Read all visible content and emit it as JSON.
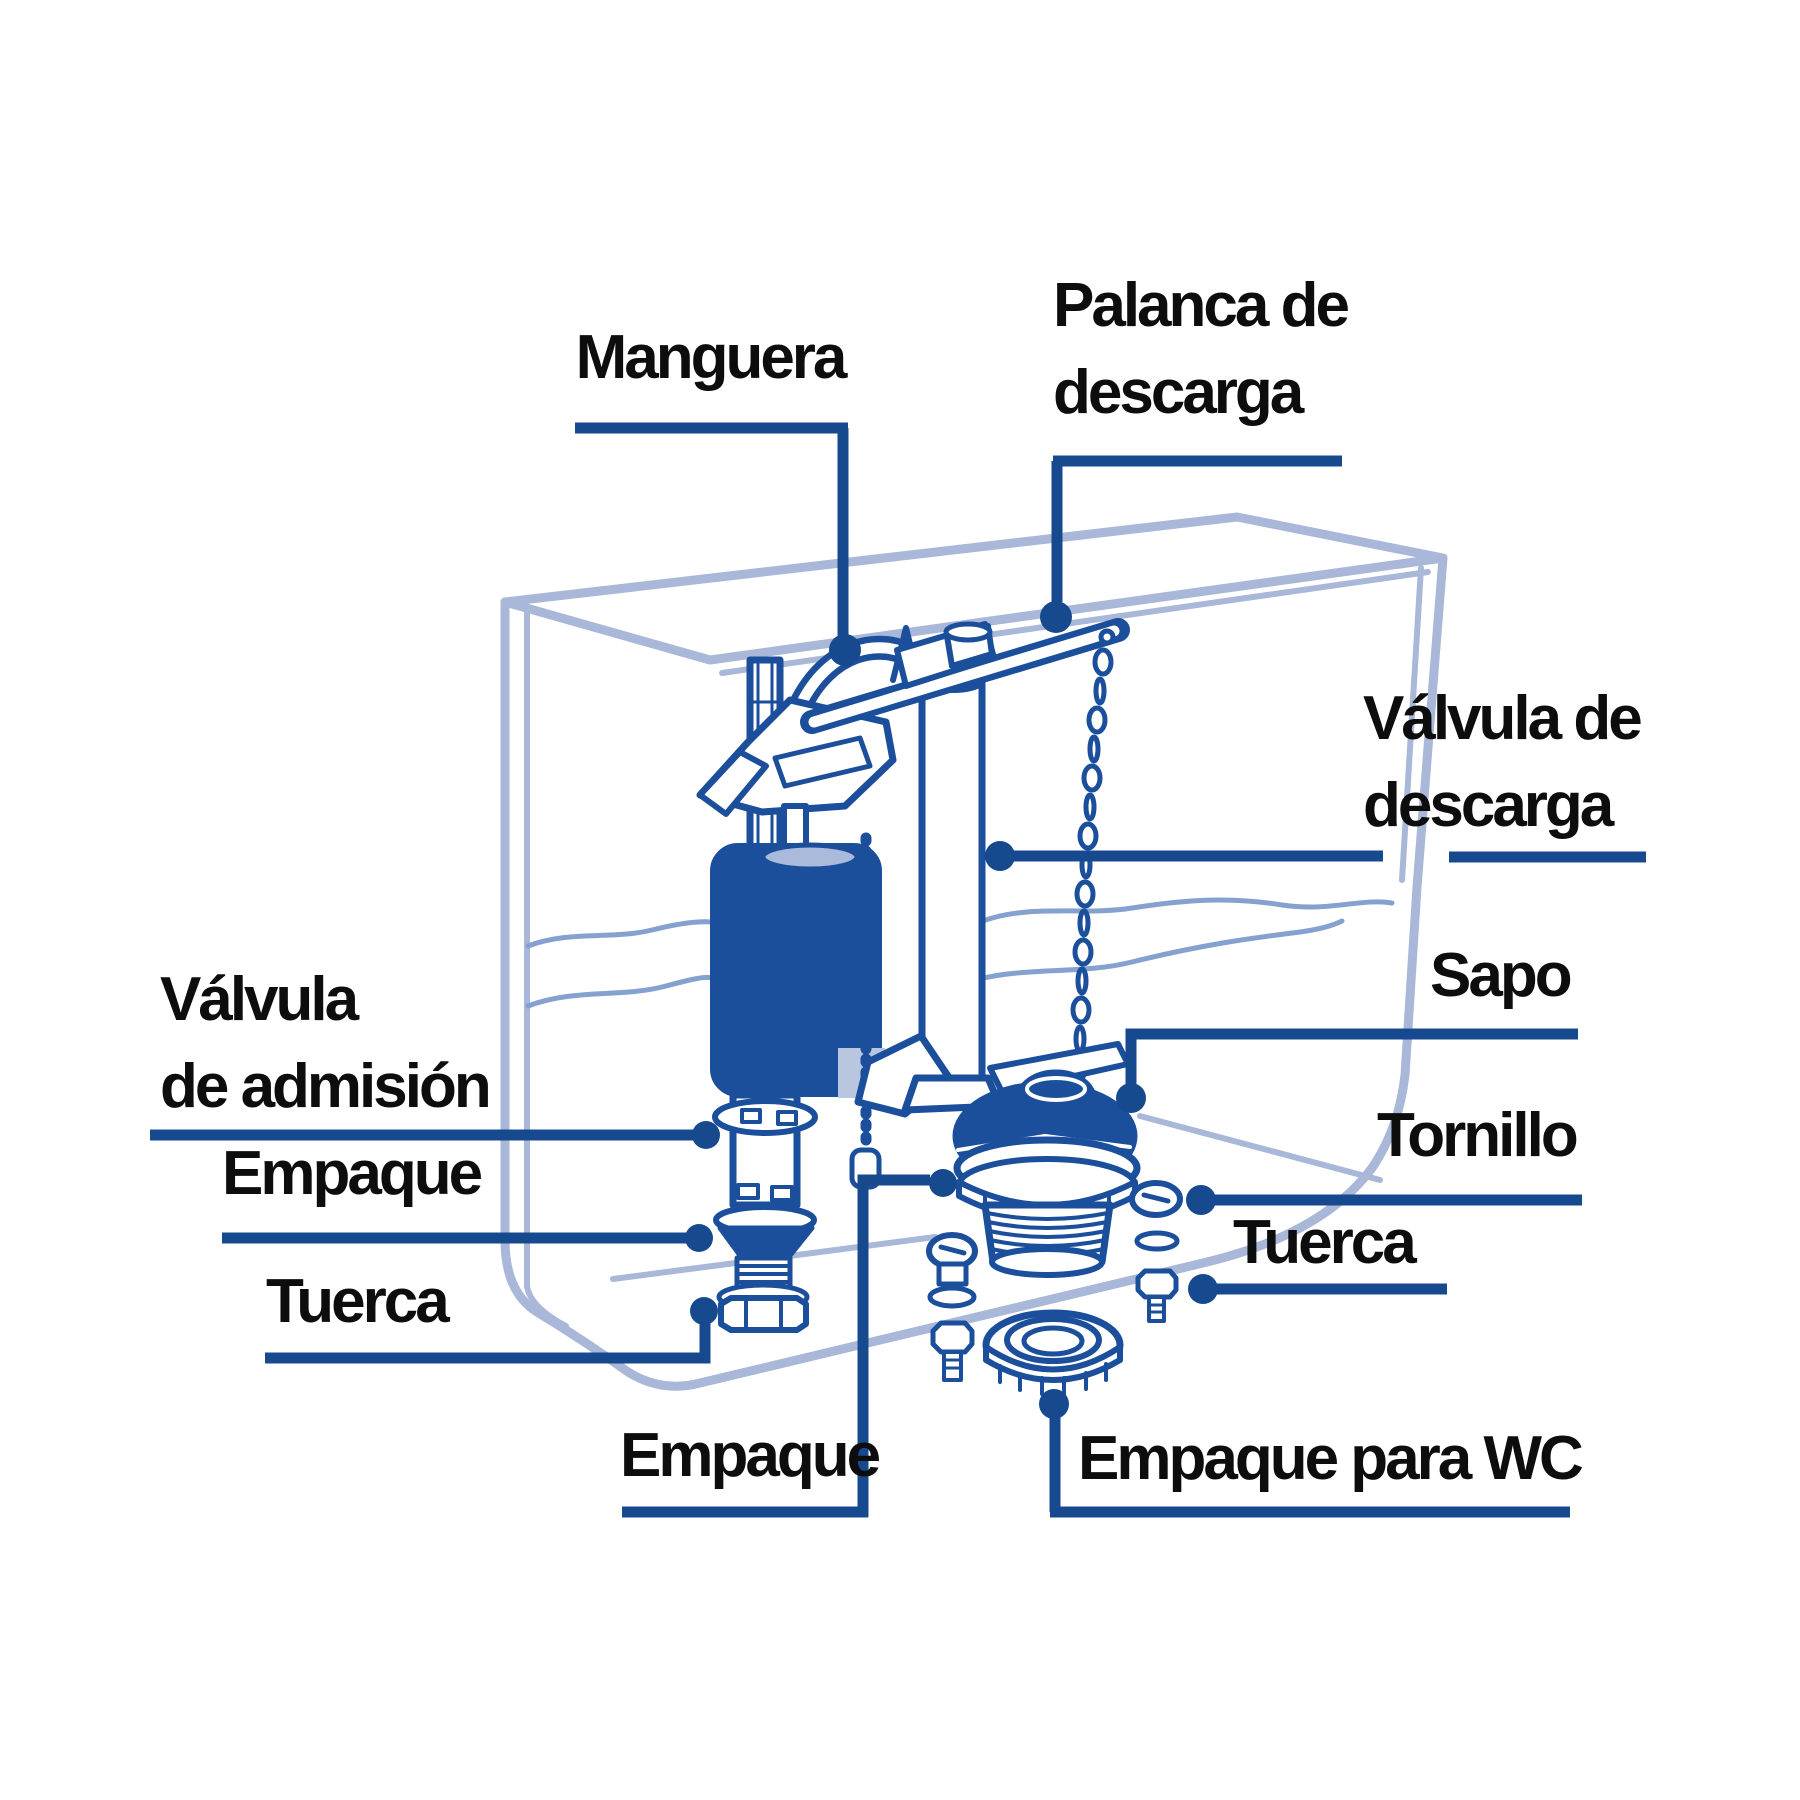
{
  "diagram": {
    "type": "exploded-parts-diagram",
    "subject": "toilet tank flush and fill mechanism",
    "language": "es",
    "parts": [
      {
        "id": "manguera",
        "label": "Manguera"
      },
      {
        "id": "palanca-descarga",
        "label": "Palanca de\ndescarga"
      },
      {
        "id": "valvula-descarga",
        "label": "Válvula de\ndescarga"
      },
      {
        "id": "sapo",
        "label": "Sapo"
      },
      {
        "id": "tornillo",
        "label": "Tornillo"
      },
      {
        "id": "tuerca-derecha",
        "label": "Tuerca"
      },
      {
        "id": "valvula-admision",
        "label": "Válvula\nde admisión"
      },
      {
        "id": "empaque-izquierda",
        "label": "Empaque"
      },
      {
        "id": "tuerca-izquierda",
        "label": "Tuerca"
      },
      {
        "id": "empaque-inferior",
        "label": "Empaque"
      },
      {
        "id": "empaque-wc",
        "label": "Empaque para WC"
      }
    ]
  },
  "colors": {
    "background": "#ffffff",
    "outline_blue": "#1b4e9b",
    "leader_blue": "#17498f",
    "tank_light_blue": "#a9b7d8",
    "water_light_blue": "#84a1d0",
    "solid_fill_blue": "#1b4e9b",
    "float_top_blue": "#a9bada",
    "label_text": "#0d0d0d"
  }
}
